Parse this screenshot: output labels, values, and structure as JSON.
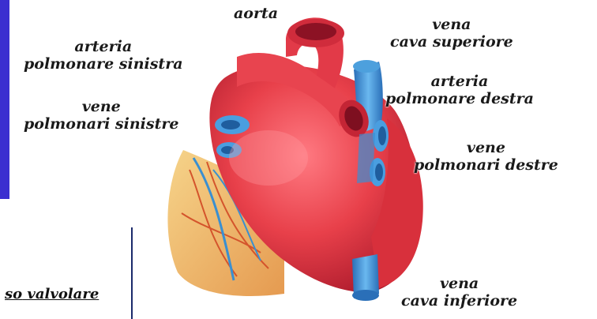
{
  "labels": {
    "aorta": "aorta",
    "vena_cava_superiore": [
      "vena",
      "cava superiore"
    ],
    "arteria_polmonare_sinistra": [
      "arteria",
      "polmonare sinistra"
    ],
    "arteria_polmonare_destra": [
      "arteria",
      "polmonare destra"
    ],
    "vene_polmonari_sinistre": [
      "vene",
      "polmonari sinistre"
    ],
    "vene_polmonari_destre": [
      "vene",
      "polmonari destre"
    ],
    "vena_cava_inferiore": [
      "vena",
      "cava inferiore"
    ]
  },
  "partial_text": {
    "prefix": "so",
    "suffix": " valvolare"
  },
  "colors": {
    "heart": "#e8404a",
    "heart_dark": "#b81f2c",
    "vessel_blue": "#3a8fd0",
    "fat": "#f0c070",
    "left_bar": "#3b2fd0"
  }
}
